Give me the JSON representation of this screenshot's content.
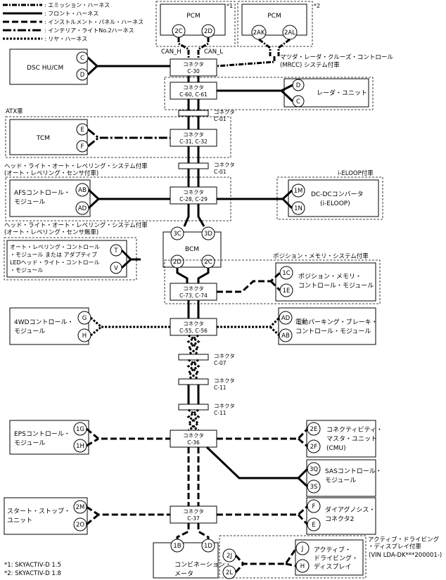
{
  "legend": {
    "emission": ": エミッション・ハーネス",
    "front": ": フロント・ハーネス",
    "instrument": ": インストルメント・パネル・ハーネス",
    "interior": ": インテリア・ライトNo.2ハーネス",
    "rear": ": リヤ・ハーネス"
  },
  "modules": {
    "pcm1": {
      "name": "PCM",
      "pin_a": "2C",
      "pin_b": "2D",
      "mark": "*1"
    },
    "pcm2": {
      "name": "PCM",
      "pin_a": "2AK",
      "pin_b": "2AL",
      "mark": "*2"
    },
    "dsc": {
      "name": "DSC HU/CM",
      "pin_a": "C",
      "pin_b": "D"
    },
    "radar": {
      "name": "レーダ・ユニット",
      "pin_a": "D",
      "pin_b": "C"
    },
    "tcm": {
      "name": "TCM",
      "pin_a": "E",
      "pin_b": "F"
    },
    "afs": {
      "name1": "AFSコントロール・",
      "name2": "モジュール",
      "pin_a": "AB",
      "pin_b": "AD"
    },
    "dcdc": {
      "name1": "DC-DCコンバータ",
      "name2": "(i-ELOOP)",
      "pin_a": "1M",
      "pin_b": "1N"
    },
    "auto_level": {
      "name1": "オート・レベリング・コントロール",
      "name2": "・モジュール または アダプティブ",
      "name3": "LEDヘッド・ライト・コントロール",
      "name4": "・モジュール",
      "pin_a": "T",
      "pin_b": "V"
    },
    "bcm": {
      "name": "BCM",
      "pin_a": "3C",
      "pin_b": "3D",
      "pin_c": "2D",
      "pin_d": "2C"
    },
    "posmem": {
      "name1": "ポジション・メモリ・",
      "name2": "コントロール・モジュール",
      "pin_a": "1C",
      "pin_b": "1E"
    },
    "awd": {
      "name1": "4WDコントロール・",
      "name2": "モジュール",
      "pin_a": "G",
      "pin_b": "H"
    },
    "epb": {
      "name1": "電動パーキング・ブレーキ・",
      "name2": "コントロール・モジュール",
      "pin_a": "AD",
      "pin_b": "AB"
    },
    "eps": {
      "name1": "EPSコントロール・",
      "name2": "モジュール",
      "pin_a": "1G",
      "pin_b": "1H"
    },
    "cmu": {
      "name1": "コネクティビティ・",
      "name2": "マスタ・ユニット",
      "name3": "(CMU)",
      "pin_a": "2E",
      "pin_b": "2F"
    },
    "sas": {
      "name1": "SASコントロール・",
      "name2": "モジュール",
      "pin_a": "3Q",
      "pin_b": "3S"
    },
    "start_stop": {
      "name1": "スタート・ストップ・",
      "name2": "ユニット",
      "pin_a": "2M",
      "pin_b": "2O"
    },
    "dlc2": {
      "name1": "ダイアグノシス・",
      "name2": "コネクタ2",
      "pin_a": "F",
      "pin_b": "E"
    },
    "combi": {
      "name1": "コンビネーション・",
      "name2": "メータ",
      "pin_a": "1B",
      "pin_b": "1D",
      "pin_c": "2J",
      "pin_d": "2L"
    },
    "ads": {
      "name1": "アクティブ・",
      "name2": "ドライビング・",
      "name3": "ディスプレイ",
      "pin_a": "J",
      "pin_b": "H"
    }
  },
  "connectors": {
    "title": "コネクタ",
    "c30": "C-30",
    "c60": "C-60, C-61",
    "c01": "C-01",
    "c31": "C-31, C-32",
    "c28": "C-28, C-29",
    "c73": "C-73, C-74",
    "c55": "C-55, C-56",
    "c07": "C-07",
    "c11": "C-11",
    "c36": "C-36",
    "c37": "C-37"
  },
  "labels": {
    "can_h": "CAN_H",
    "can_l": "CAN_L",
    "mrcc1": "マツダ・レーダ・クルーズ・コントロール",
    "mrcc2": "(MRCC) システム付車",
    "atx": "ATX車",
    "hl_level1": "ヘッド・ライト・オート・レベリング・システム付車",
    "hl_level2": "(オート・レベリング・センサ付車)",
    "ieloop": "i-ELOOP付車",
    "hl_nosensor1": "ヘッド・ライト・オート・レベリング・システム付車",
    "hl_nosensor2": "(オート・レベリング・センサ無車)",
    "posmem_sys": "ポジション・メモリ・システム付車",
    "ads1": "アクティブ・ドライビング",
    "ads2": "・ディスプレイ付車",
    "ads3": "(VIN LDA-DK***200001-)"
  },
  "footnotes": {
    "n1": "*1: SKYACTIV-D 1.5",
    "n2": "*2: SKYACTIV-D 1.8"
  }
}
